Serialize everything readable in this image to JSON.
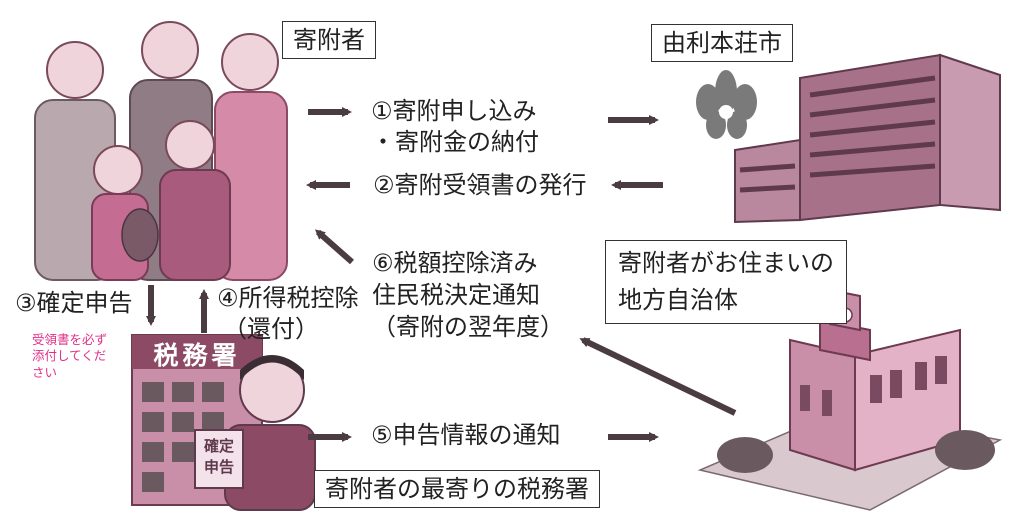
{
  "boxes": {
    "donor": "寄附者",
    "city": "由利本荘市",
    "local_gov": "寄附者がお住まいの\n地方自治体",
    "tax_office_box": "寄附者の最寄りの税務署"
  },
  "steps": {
    "s1_line1": "①寄附申し込み",
    "s1_line2": "・寄附金の納付",
    "s2": "②寄附受領書の発行",
    "s3": "③確定申告",
    "s4_line1": "④所得税控除",
    "s4_line2": "（還付）",
    "s5": "⑤申告情報の通知",
    "s6_line1": "⑥税額控除済み",
    "s6_line2": "住民税決定通知",
    "s6_line3": "（寄附の翌年度）"
  },
  "note": "受領書を必ず\n添付してくだ\nさい",
  "signs": {
    "tax_office_sign": "税務署",
    "kakutei_line1": "確定",
    "kakutei_line2": "申告"
  },
  "colors": {
    "arrow": "#4a3c40",
    "illustration": "#c9849c",
    "illustration_dark": "#8c4a64",
    "note": "#e0308a"
  }
}
